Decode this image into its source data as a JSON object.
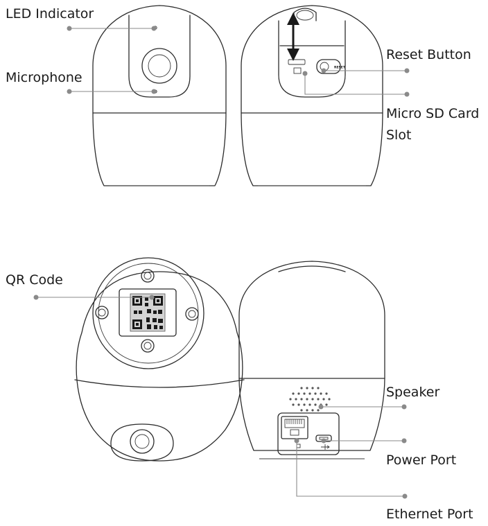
{
  "labels": {
    "led_indicator": "LED Indicator",
    "microphone": "Microphone",
    "reset_button": "Reset Button",
    "sd_slot_line1": "Micro SD Card",
    "sd_slot_line2": "Slot",
    "qr_code": "QR Code",
    "speaker": "Speaker",
    "power_port": "Power Port",
    "ethernet_port": "Ethernet Port",
    "reset_tag": "RESET"
  }
}
